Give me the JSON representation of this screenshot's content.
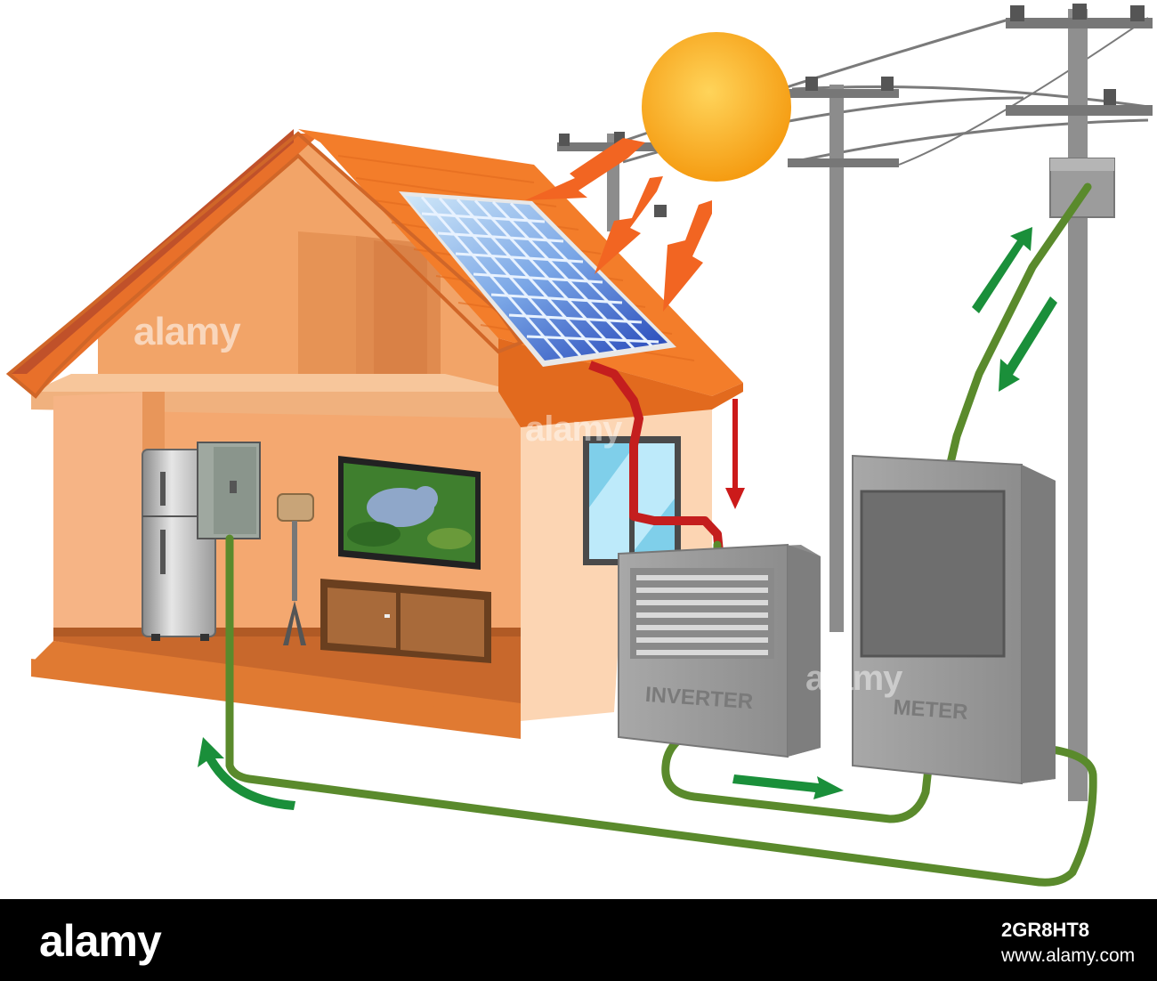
{
  "diagram": {
    "inverter_label": "INVERTER",
    "meter_label": "METER"
  },
  "watermarks": {
    "main": "alamy",
    "second": "alamy",
    "third": "alamy"
  },
  "footer": {
    "logo": "alamy",
    "image_id": "2GR8HT8",
    "url": "www.alamy.com"
  },
  "colors": {
    "sun": "#f9a519",
    "roof": "#f37d2a",
    "wall": "#f2a468",
    "cable": "#5a8a2c",
    "flow_arrow": "#1a8f3a",
    "power_arrow": "#cc1a1a",
    "box": "#9a9a9a",
    "panel": "#3c6fd8"
  }
}
